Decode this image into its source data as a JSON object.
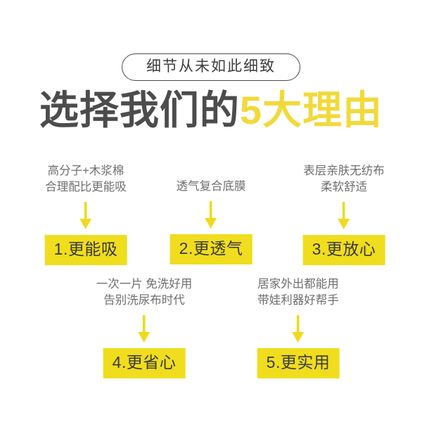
{
  "header": {
    "pill_text": "细节从未如此细致"
  },
  "title": {
    "main": "选择我们的",
    "accent": "5大理由",
    "main_color": "#4c4c4c",
    "accent_color": "#f2d93b"
  },
  "theme": {
    "badge_bg": "#f0dd1e",
    "badge_text": "#3a3a3a",
    "desc_text": "#6e6e6e",
    "arrow_color": "#f0d91e",
    "background": "#ffffff",
    "pill_border": "#4a4a4a"
  },
  "reasons": [
    {
      "desc_line1": "高分子+木浆棉",
      "desc_line2": "合理配比更能吸",
      "badge": "1.更能吸"
    },
    {
      "desc_line1": "透气复合底膜",
      "desc_line2": "",
      "badge": "2.更透气"
    },
    {
      "desc_line1": "表层亲肤无纺布",
      "desc_line2": "柔软舒适",
      "badge": "3.更放心"
    },
    {
      "desc_line1": "一次一片 免洗好用",
      "desc_line2": "告别洗尿布时代",
      "badge": "4.更省心"
    },
    {
      "desc_line1": "居家外出都能用",
      "desc_line2": "带娃利器好帮手",
      "badge": "5.更实用"
    }
  ]
}
